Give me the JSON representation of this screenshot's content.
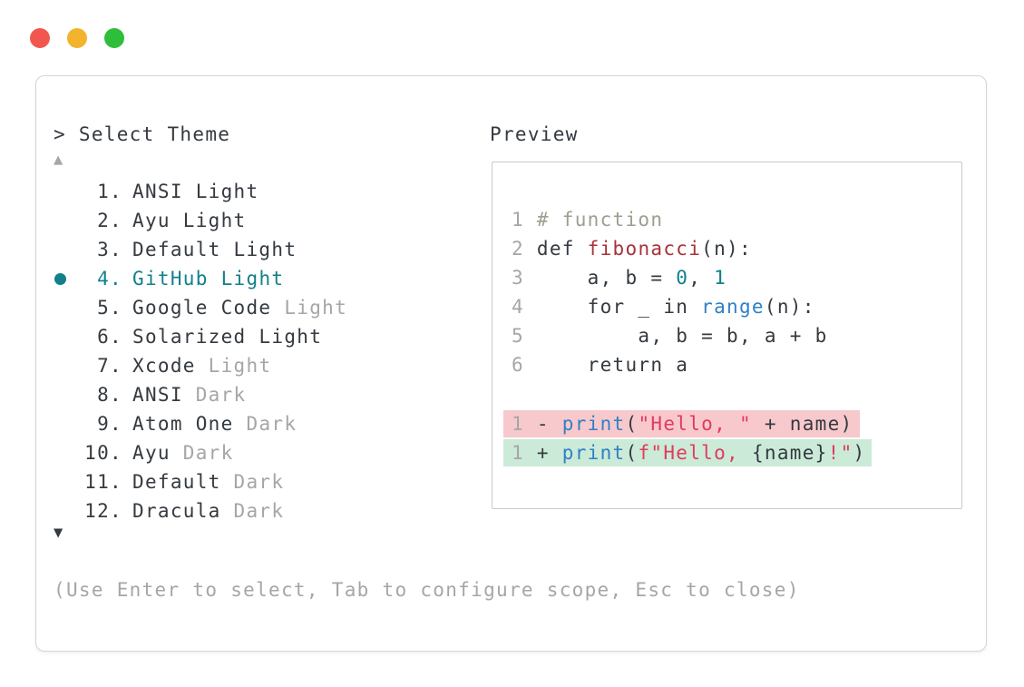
{
  "window_controls": {
    "buttons": [
      {
        "name": "close",
        "color": "#f2574f"
      },
      {
        "name": "minimize",
        "color": "#f3b32c"
      },
      {
        "name": "maximize",
        "color": "#2fbe3a"
      }
    ]
  },
  "theme_picker": {
    "title": "> Select Theme",
    "scroll_up_indicator": "▲",
    "scroll_down_indicator": "▼",
    "items": [
      {
        "number": " 1.",
        "name": "ANSI",
        "variant": "Light",
        "variant_muted": false,
        "selected": false
      },
      {
        "number": " 2.",
        "name": "Ayu",
        "variant": "Light",
        "variant_muted": false,
        "selected": false
      },
      {
        "number": " 3.",
        "name": "Default",
        "variant": "Light",
        "variant_muted": false,
        "selected": false
      },
      {
        "number": " 4.",
        "name": "GitHub",
        "variant": "Light",
        "variant_muted": false,
        "selected": true
      },
      {
        "number": " 5.",
        "name": "Google Code",
        "variant": "Light",
        "variant_muted": true,
        "selected": false
      },
      {
        "number": " 6.",
        "name": "Solarized",
        "variant": "Light",
        "variant_muted": false,
        "selected": false
      },
      {
        "number": " 7.",
        "name": "Xcode",
        "variant": "Light",
        "variant_muted": true,
        "selected": false
      },
      {
        "number": " 8.",
        "name": "ANSI",
        "variant": "Dark",
        "variant_muted": true,
        "selected": false
      },
      {
        "number": " 9.",
        "name": "Atom One",
        "variant": "Dark",
        "variant_muted": true,
        "selected": false
      },
      {
        "number": "10.",
        "name": "Ayu",
        "variant": "Dark",
        "variant_muted": true,
        "selected": false
      },
      {
        "number": "11.",
        "name": "Default",
        "variant": "Dark",
        "variant_muted": true,
        "selected": false
      },
      {
        "number": "12.",
        "name": "Dracula",
        "variant": "Dark",
        "variant_muted": true,
        "selected": false
      }
    ],
    "footer_hint": "(Use Enter to select, Tab to configure scope, Esc to close)"
  },
  "preview": {
    "label": "Preview",
    "code_lines": [
      {
        "num": "1",
        "tokens": [
          {
            "t": "# function",
            "c": "comment"
          }
        ]
      },
      {
        "num": "2",
        "tokens": [
          {
            "t": "def ",
            "c": "text"
          },
          {
            "t": "fibonacci",
            "c": "func"
          },
          {
            "t": "(n):",
            "c": "text"
          }
        ]
      },
      {
        "num": "3",
        "tokens": [
          {
            "t": "    a, b = ",
            "c": "text"
          },
          {
            "t": "0",
            "c": "num"
          },
          {
            "t": ", ",
            "c": "text"
          },
          {
            "t": "1",
            "c": "num"
          }
        ]
      },
      {
        "num": "4",
        "tokens": [
          {
            "t": "    for _ in ",
            "c": "text"
          },
          {
            "t": "range",
            "c": "call"
          },
          {
            "t": "(n):",
            "c": "text"
          }
        ]
      },
      {
        "num": "5",
        "tokens": [
          {
            "t": "        a, b = b, a + b",
            "c": "text"
          }
        ]
      },
      {
        "num": "6",
        "tokens": [
          {
            "t": "    return a",
            "c": "text"
          }
        ]
      },
      {
        "blank": true
      },
      {
        "num": "1",
        "diff": "removed",
        "tokens": [
          {
            "t": "- ",
            "c": "text"
          },
          {
            "t": "print",
            "c": "call"
          },
          {
            "t": "(",
            "c": "text"
          },
          {
            "t": "\"Hello, \"",
            "c": "str"
          },
          {
            "t": " + name)",
            "c": "text"
          }
        ]
      },
      {
        "num": "1",
        "diff": "added",
        "tokens": [
          {
            "t": "+ ",
            "c": "text"
          },
          {
            "t": "print",
            "c": "call"
          },
          {
            "t": "(",
            "c": "text"
          },
          {
            "t": "f\"Hello, ",
            "c": "str"
          },
          {
            "t": "{name}",
            "c": "text"
          },
          {
            "t": "!\"",
            "c": "str"
          },
          {
            "t": ")",
            "c": "text"
          }
        ]
      }
    ]
  },
  "colors": {
    "text": "#343a40",
    "muted": "#a6a6a6",
    "selected_teal": "#12808a",
    "comment": "#9aa08f",
    "function_red": "#a93238",
    "number_teal": "#0f8187",
    "call_blue": "#2e81c5",
    "string_crimson": "#e13a5e",
    "removed_bg": "#f8c9cc",
    "added_bg": "#cbead8",
    "border": "#d4d4d4",
    "preview_border": "#c9c9c9"
  }
}
